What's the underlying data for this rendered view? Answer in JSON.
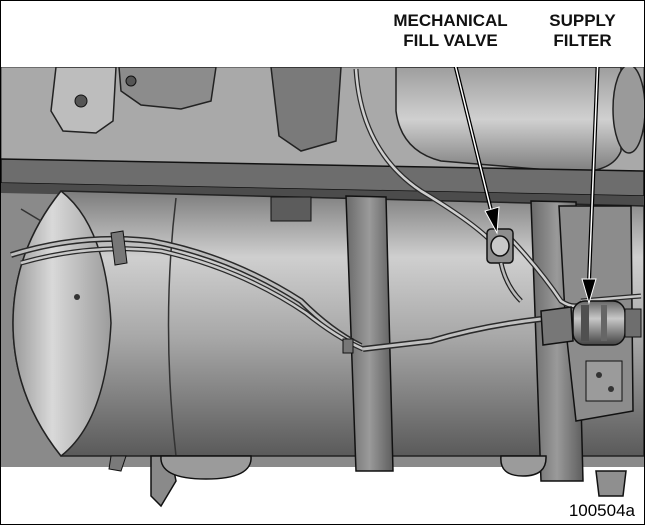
{
  "callouts": {
    "mechanical_fill_valve": "MECHANICAL\nFILL VALVE",
    "supply_filter": "SUPPLY\nFILTER"
  },
  "figure_id": "100504a",
  "colors": {
    "background": "#ffffff",
    "frame": "#000000",
    "tank_base": "#8f8f8f",
    "tank_highlight": "#d6d6d6",
    "tank_shadow": "#5f5f5f",
    "outline": "#222222",
    "arrow": "#000000"
  },
  "icons": [
    "arrow-mechanical-fill-valve-icon",
    "arrow-supply-filter-icon"
  ]
}
